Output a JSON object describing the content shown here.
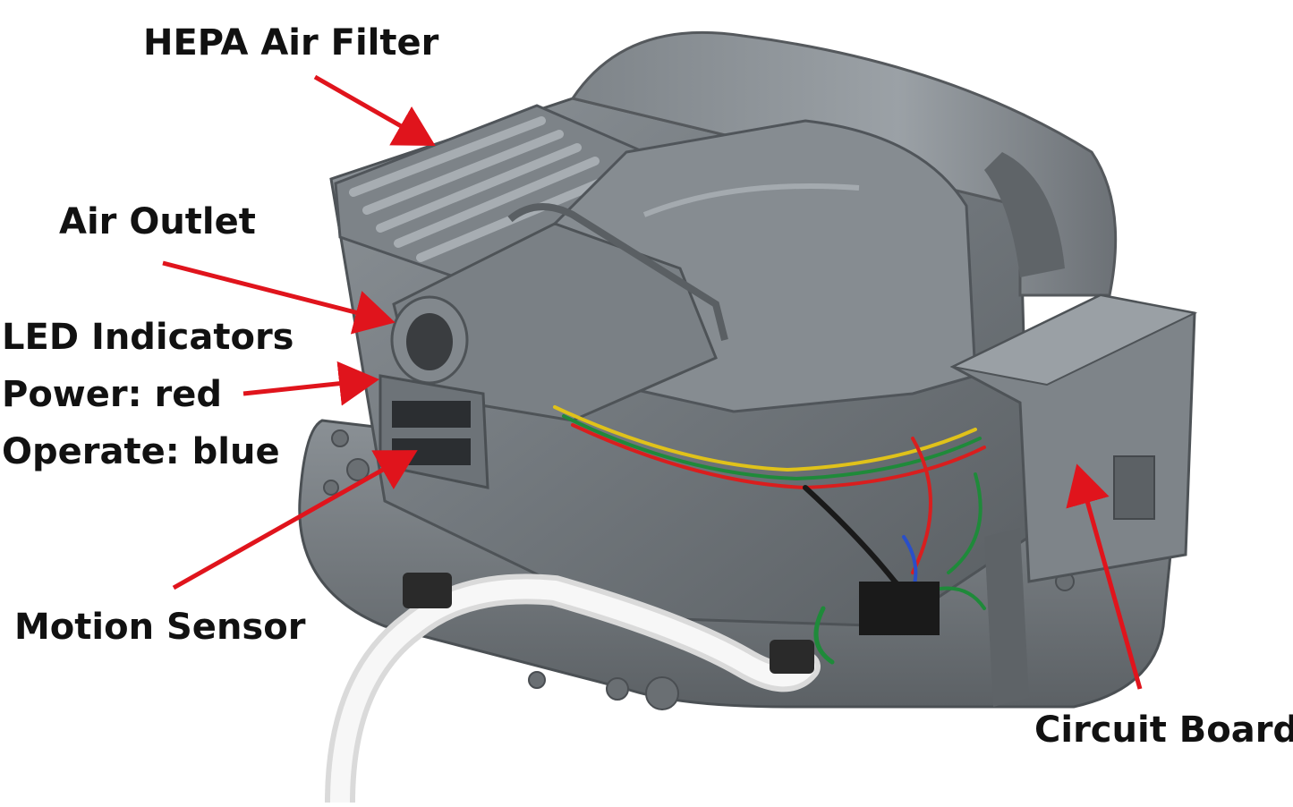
{
  "labels": {
    "hepa_filter": "HEPA Air Filter",
    "air_outlet": "Air Outlet",
    "led_indicators": "LED Indicators",
    "power": "Power: red",
    "operate": "Operate: blue",
    "motion_sensor": "Motion Sensor",
    "circuit_board": "Circuit Board"
  },
  "colors": {
    "arrow": "#e0141c",
    "housing": "#6f7479",
    "housing_light": "#9aa0a5",
    "housing_dark": "#4e5357",
    "cable": "#f2f2f2",
    "wire_red": "#d91e1e",
    "wire_green": "#1f8a3a",
    "wire_yellow": "#e0c21a",
    "wire_blue": "#2a4fc8",
    "wire_black": "#1a1a1a",
    "label_text": "#111111"
  }
}
